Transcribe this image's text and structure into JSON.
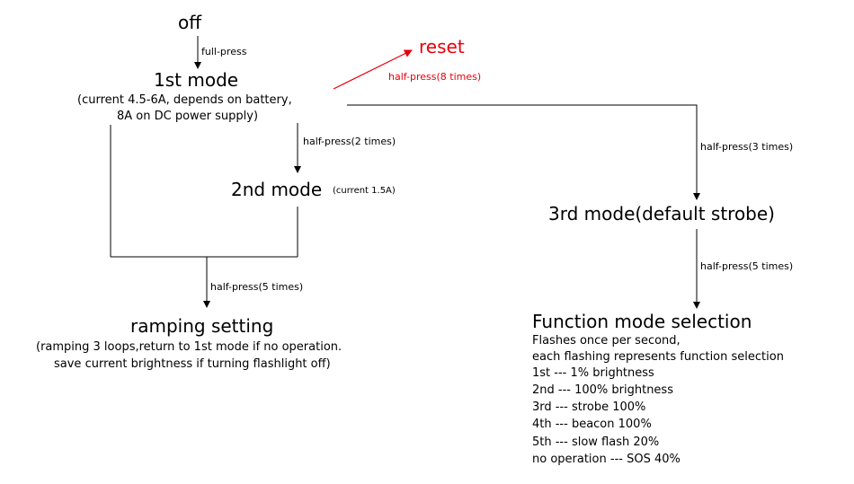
{
  "nodes": {
    "off": "off",
    "mode1_title": "1st mode",
    "mode1_sub1": "(current 4.5-6A, depends on battery,",
    "mode1_sub2": "8A on DC power supply)",
    "reset": "reset",
    "mode2_title": "2nd mode",
    "mode2_current": "(current 1.5A)",
    "mode3_title": "3rd mode(default strobe)",
    "ramping_title": "ramping setting",
    "ramping_sub1": "(ramping 3 loops,return to 1st mode if no  operation.",
    "ramping_sub2": "save current brightness if turning flashlight off)",
    "function_title": "Function mode selection",
    "function_desc1": "Flashes once per second,",
    "function_desc2": "each flashing represents function selection",
    "function_items": [
      "1st --- 1% brightness",
      "2nd ---  100% brightness",
      "3rd --- strobe 100%",
      "4th --- beacon 100%",
      "5th --- slow flash 20%",
      "no operation --- SOS 40%"
    ]
  },
  "edges": {
    "off_to_mode1": "full-press",
    "mode1_to_reset": "half-press(8 times)",
    "mode1_to_mode2": "half-press(2 times)",
    "mode1_to_mode3": "half-press(3 times)",
    "mode3_to_function": "half-press(5 times)",
    "to_ramping": "half-press(5 times)"
  },
  "colors": {
    "line": "#000000",
    "reset": "#e8000b"
  }
}
